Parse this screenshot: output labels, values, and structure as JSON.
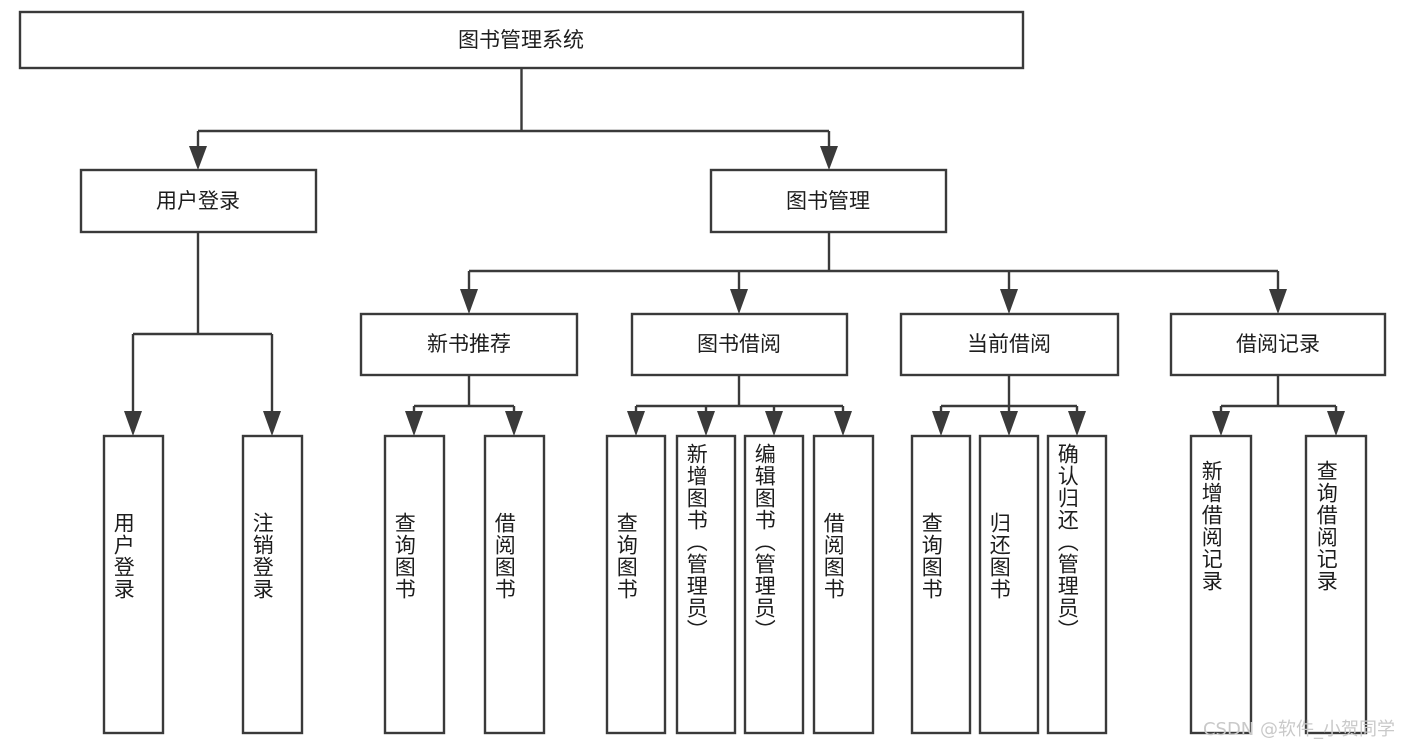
{
  "diagram": {
    "title": "图书管理系统",
    "type": "tree-hierarchy-chart",
    "root": {
      "label": "图书管理系统"
    },
    "level2": [
      {
        "label": "用户登录"
      },
      {
        "label": "图书管理"
      }
    ],
    "level3": [
      {
        "label": "新书推荐"
      },
      {
        "label": "图书借阅"
      },
      {
        "label": "当前借阅"
      },
      {
        "label": "借阅记录"
      }
    ],
    "leaves": {
      "user_login": [
        {
          "label": "用户登录"
        },
        {
          "label": "注销登录"
        }
      ],
      "new_book_recommend": [
        {
          "label": "查询图书"
        },
        {
          "label": "借阅图书"
        }
      ],
      "book_borrow": [
        {
          "label": "查询图书"
        },
        {
          "label": "新增图书（管理员）"
        },
        {
          "label": "编辑图书（管理员）"
        },
        {
          "label": "借阅图书"
        }
      ],
      "current_borrow": [
        {
          "label": "查询图书"
        },
        {
          "label": "归还图书"
        },
        {
          "label": "确认归还（管理员）"
        }
      ],
      "borrow_record": [
        {
          "label": "新增借阅记录"
        },
        {
          "label": "查询借阅记录"
        }
      ]
    }
  },
  "watermark": {
    "text": "CSDN @软件_小贺同学"
  },
  "colors": {
    "stroke": "#3a3a3a",
    "fill": "#ffffff",
    "text": "#1d1d1d",
    "watermark": "#c9c9c9"
  }
}
